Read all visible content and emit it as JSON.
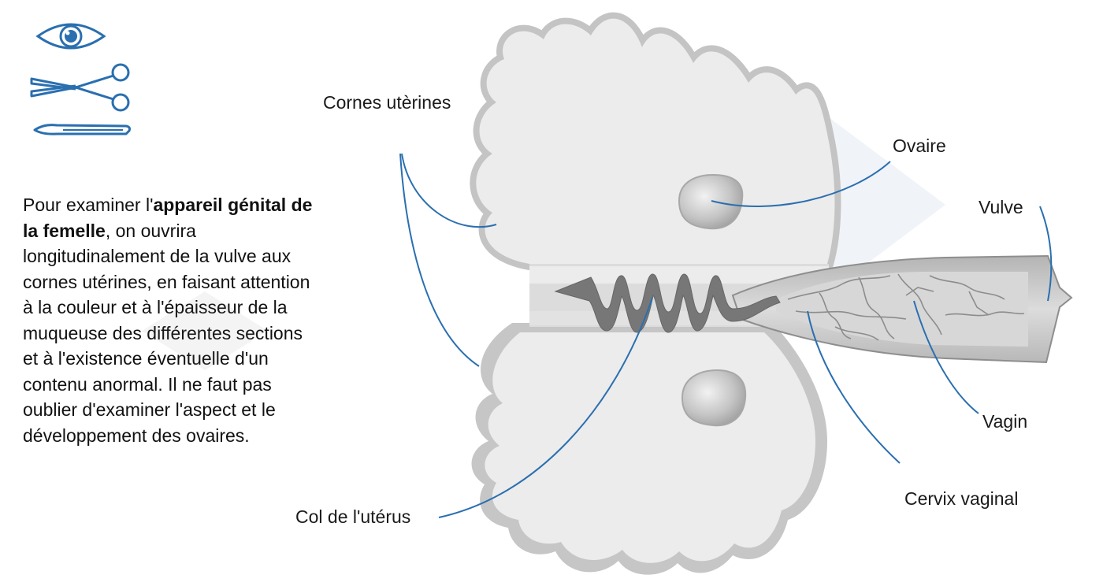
{
  "icons": {
    "eye": "eye-icon",
    "scissors": "scissors-icon",
    "scalpel": "scalpel-icon"
  },
  "description": {
    "part1": "Pour examiner l'",
    "bold1": "appareil génital de la femelle",
    "part2": ", on ouvrira longitudinalement de la vulve aux cornes utérines, en faisant attention à la couleur et à l'épaisseur de la muqueuse des différentes sections et à l'existence éventuelle d'un contenu anormal. Il ne faut pas oublier d'examiner l'aspect et le développement des ovaires."
  },
  "labels": {
    "cornes": "Cornes utèrines",
    "ovaire": "Ovaire",
    "vulve": "Vulve",
    "vagin": "Vagin",
    "cervix": "Cervix vaginal",
    "col": "Col de l'utérus"
  },
  "colors": {
    "icon_blue": "#2a6fb0",
    "leader_blue": "#2a6fb0",
    "organ_light": "#ebebeb",
    "organ_mid": "#c9c9c9",
    "organ_dark": "#8a8a8a"
  }
}
